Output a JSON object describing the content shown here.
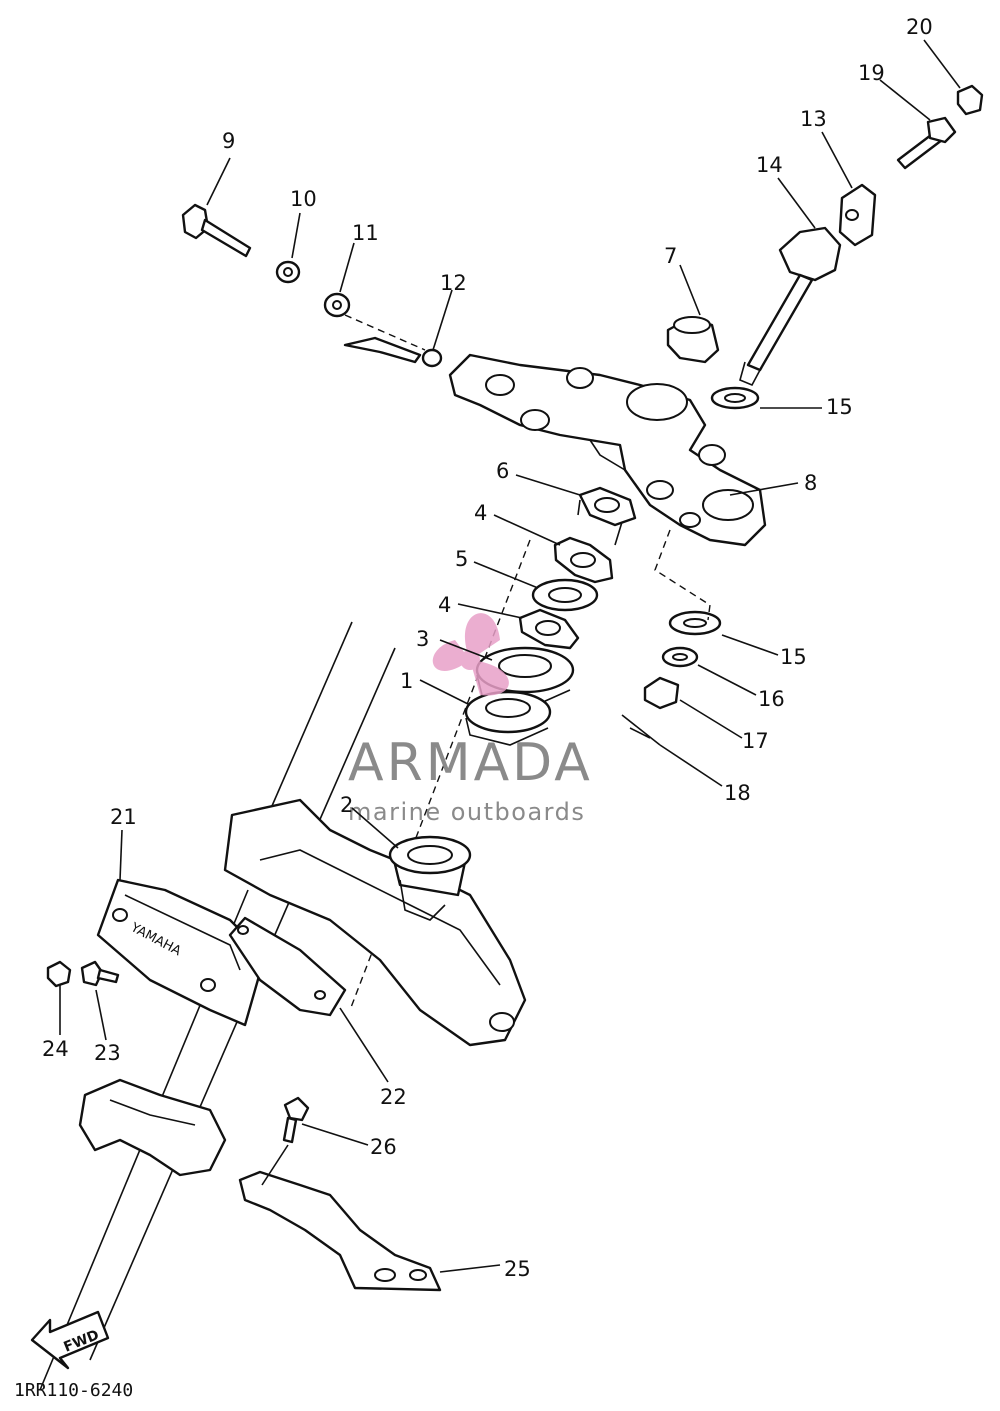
{
  "diagram": {
    "code": "1RR110-6240",
    "fwd_label": "FWD",
    "brand_mark": "YAMAHA",
    "parts": [
      "1",
      "2",
      "3",
      "4",
      "4",
      "5",
      "6",
      "7",
      "8",
      "9",
      "10",
      "11",
      "12",
      "13",
      "14",
      "15",
      "15",
      "16",
      "17",
      "18",
      "19",
      "20",
      "21",
      "22",
      "23",
      "24",
      "25",
      "26"
    ]
  },
  "watermark": {
    "name": "ARMADA",
    "tagline": "marine outboards",
    "text_color": "#8a8a8a",
    "logo_color": "#e8a0c8"
  }
}
